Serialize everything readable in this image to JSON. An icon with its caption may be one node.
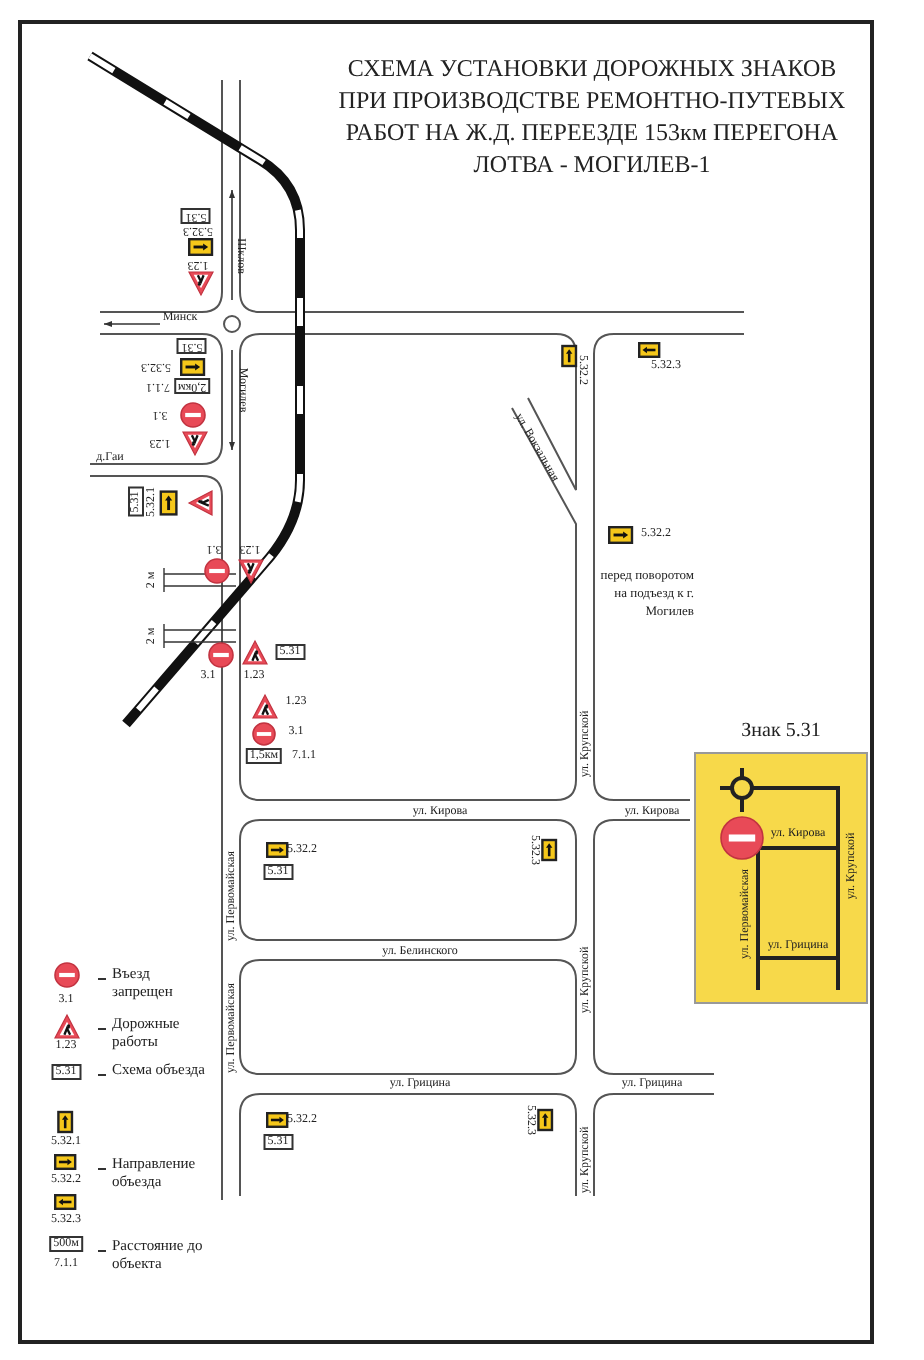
{
  "diagram": {
    "title": "СХЕМА УСТАНОВКИ ДОРОЖНЫХ ЗНАКОВ ПРИ ПРОИЗВОДСТВЕ РЕМОНТНО-ПУТЕВЫХ РАБОТ НА Ж.Д. ПЕРЕЕЗДЕ 153км ПЕРЕГОНА ЛОТВА - МОГИЛЕВ-1",
    "nodes": [
      {
        "text": [
          "Знак 5.31",
          "ул. Кирова",
          "ул. Первомайская",
          "ул. Крупской",
          "ул. Грицина"
        ]
      }
    ],
    "labels": [
      "5.31",
      "5.32.3",
      "1.23",
      "Шклов",
      "Минск",
      "5.31",
      "5.32.3",
      "7.1.1",
      "2,0км",
      "3.1",
      "1.23",
      "Могилев",
      "д.Гаи",
      "5.31",
      "5.32.1",
      "3.1",
      "1.23",
      "2 м",
      "2 м",
      "3.1",
      "1.23",
      "5.31",
      "1.23",
      "3.1",
      "1,5км",
      "7.1.1",
      "5.32.2",
      "5.32.3",
      "ул. Вокзальная",
      "5.32.2",
      "перед поворотом на подъезд к г. Могилев",
      "ул. Крупской",
      "ул. Кирова",
      "ул. Кирова",
      "5.32.2",
      "5.31",
      "5.32.3",
      "ул. Первомайская",
      "ул. Белинского",
      "ул. Первомайская",
      "ул. Крупской",
      "ул. Грицина",
      "ул. Грицина",
      "5.32.2",
      "5.31",
      "5.32.3",
      "ул. Крупской",
      "3.1",
      "1.23",
      "5.31",
      "5.32.1",
      "5.32.2",
      "5.32.3",
      "500м",
      "7.1.1"
    ],
    "legend": [
      {
        "text": "Въезд запрещен"
      },
      {
        "text": "Дорожные работы"
      },
      {
        "text": "Схема объезда"
      },
      {
        "text": "Направление объезда"
      },
      {
        "text": "Расстояние до объекта"
      }
    ]
  }
}
